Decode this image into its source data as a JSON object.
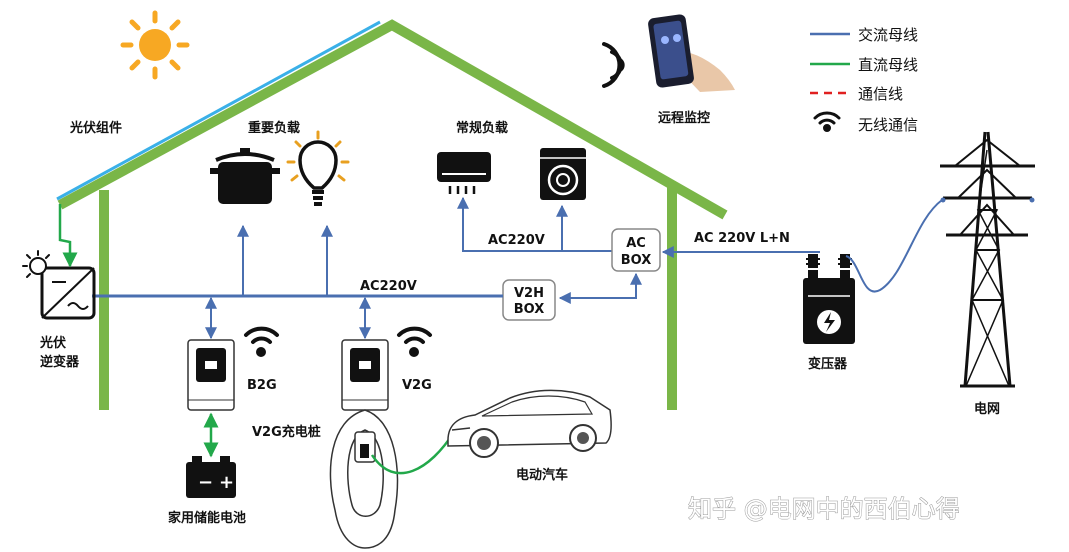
{
  "labels": {
    "pv_module": "光伏组件",
    "important_load": "重要负载",
    "regular_load": "常规负载",
    "remote_monitor": "远程监控",
    "pv_inverter_1": "光伏",
    "pv_inverter_2": "逆变器",
    "ac220v_top": "AC220V",
    "ac220v_bus": "AC220V",
    "ac_grid": "AC 220V L+N",
    "ac_box_1": "AC",
    "ac_box_2": "BOX",
    "v2h_box_1": "V2H",
    "v2h_box_2": "BOX",
    "b2g": "B2G",
    "v2g": "V2G",
    "v2g_pile": "V2G充电桩",
    "transformer": "变压器",
    "grid": "电网",
    "ev": "电动汽车",
    "home_storage": "家用储能电池",
    "battery_minus": "−",
    "battery_plus": "+"
  },
  "legend": {
    "ac_bus": "交流母线",
    "dc_bus": "直流母线",
    "comm_line": "通信线",
    "wireless": "无线通信"
  },
  "watermark": "知乎 @电网中的西伯心得",
  "colors": {
    "ac": "#4a6fb0",
    "dc": "#22a84a",
    "comm": "#e02020",
    "roof": "#7ab648",
    "solar": "#3ab0e8",
    "sun": "#f7a823"
  }
}
